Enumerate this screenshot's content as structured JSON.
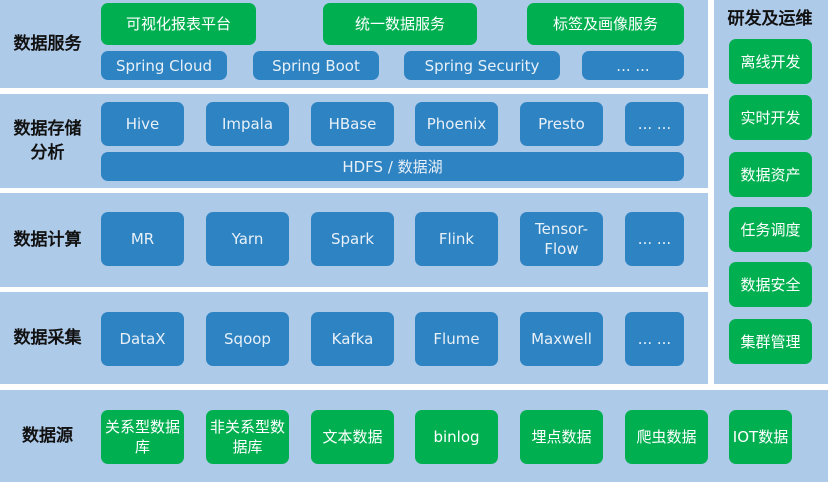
{
  "colors": {
    "band": "#aecae9",
    "blue": "#2e83c2",
    "green": "#00b050"
  },
  "layers": {
    "service": {
      "label": "数据服务",
      "apps": [
        "可视化报表平台",
        "统一数据服务",
        "标签及画像服务"
      ],
      "frameworks": [
        "Spring Cloud",
        "Spring Boot",
        "Spring Security",
        "... ..."
      ]
    },
    "storage": {
      "label": "数据存储分析",
      "tools": [
        "Hive",
        "Impala",
        "HBase",
        "Phoenix",
        "Presto",
        "... ..."
      ],
      "base": "HDFS / 数据湖"
    },
    "compute": {
      "label": "数据计算",
      "tools": [
        "MR",
        "Yarn",
        "Spark",
        "Flink",
        "Tensor-Flow",
        "... ..."
      ]
    },
    "collect": {
      "label": "数据采集",
      "tools": [
        "DataX",
        "Sqoop",
        "Kafka",
        "Flume",
        "Maxwell",
        "... ..."
      ]
    },
    "source": {
      "label": "数据源",
      "items": [
        "关系型数据库",
        "非关系型数据库",
        "文本数据",
        "binlog",
        "埋点数据",
        "爬虫数据",
        "IOT数据"
      ]
    }
  },
  "ops": {
    "title": "研发及运维",
    "items": [
      "离线开发",
      "实时开发",
      "数据资产",
      "任务调度",
      "数据安全",
      "集群管理"
    ]
  }
}
